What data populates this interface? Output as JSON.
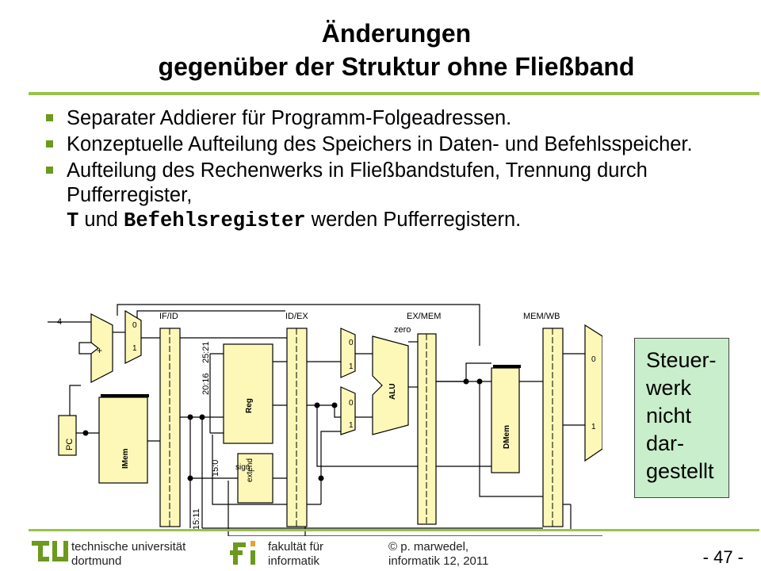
{
  "slide": {
    "title_line1": "Änderungen",
    "title_line2": "gegenüber der Struktur ohne Fließband",
    "bullets": [
      {
        "text": "Separater Addierer für Programm-Folgeadressen."
      },
      {
        "text": "Konzeptuelle Aufteilung des Speichers in Daten- und Befehlsspeicher."
      },
      {
        "text_a": "Aufteilung des Rechenwerks in Fließbandstufen, Trennung durch Pufferregister,",
        "code1": "T",
        "text_b": " und ",
        "code2": "Befehlsregister",
        "text_c": " werden Pufferregistern."
      }
    ]
  },
  "diagram": {
    "const_four": "4",
    "pc": "PC",
    "imem": "IMem",
    "reg": "Reg",
    "sign_extend_line1": "sign_",
    "sign_extend_line2": "extend",
    "alu": "ALU",
    "zero": "zero",
    "dmem": "DMem",
    "pipeline_registers": [
      "IF/ID",
      "ID/EX",
      "EX/MEM",
      "MEM/WB"
    ],
    "bitfields": [
      "25:21",
      "20:16",
      "15:0",
      "15:11"
    ],
    "mux_inputs": [
      "0",
      "1"
    ],
    "add_symbol": "+"
  },
  "note": {
    "lines": [
      "Steuer-",
      "werk",
      "nicht",
      "dar-",
      "gestellt"
    ]
  },
  "footer": {
    "uni_line1": "technische universität",
    "uni_line2": "dortmund",
    "fac_line1": "fakultät für",
    "fac_line2": "informatik",
    "copyright_symbol": "©",
    "author_line1": "p. marwedel,",
    "author_line2": "informatik 12,  2011",
    "page_number": "- 47 -"
  },
  "colors": {
    "accent_green": "#99c24d",
    "bullet_green": "#6b9a1e",
    "component_yellow": "#fdf8b8",
    "note_green": "#c9eecb"
  }
}
